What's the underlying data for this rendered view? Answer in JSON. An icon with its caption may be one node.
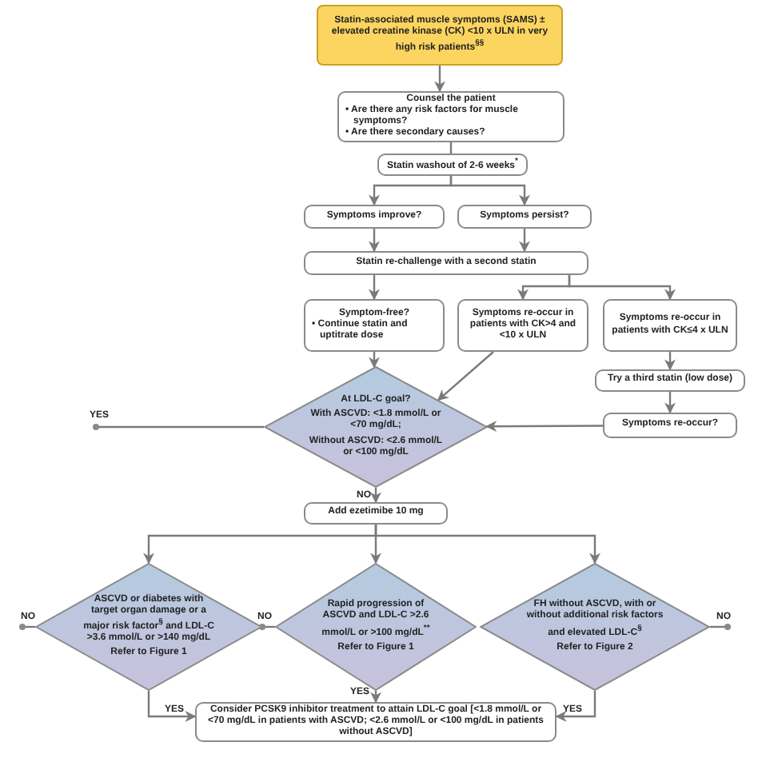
{
  "diagram": {
    "nodes": [
      {
        "text": [
          "Statin-associated muscle symptoms (SAMS) ± elevated creatine kinase (CK) <10 x ULN in very high risk patients$^{§§}$"
        ]
      },
      {
        "text": [
          "Counsel the patient",
          "• Are there any risk factors for muscle symptoms?",
          "• Are there secondary causes?"
        ]
      },
      {
        "text": [
          "Statin washout of 2-6 weeks$^{*}$"
        ]
      },
      {
        "text": [
          "Symptoms improve?"
        ]
      },
      {
        "text": [
          "Symptoms persist?"
        ]
      },
      {
        "text": [
          "Statin re-challenge with a second statin"
        ]
      },
      {
        "text": [
          "Symptom-free?",
          "• Continue statin and uptitrate dose"
        ]
      },
      {
        "text": [
          "Symptoms re-occur in patients with CK>4 and <10 x ULN"
        ]
      },
      {
        "text": [
          "Symptoms re-occur in patients with CK≤4 x ULN"
        ]
      },
      {
        "text": [
          "Try a third statin (low dose)"
        ]
      },
      {
        "text": [
          "Symptoms re-occur?"
        ]
      },
      {
        "text": [
          "At LDL-C goal?",
          "With ASCVD: <1.8 mmol/L or <70 mg/dL;",
          "Without ASCVD: <2.6 mmol/L or <100 mg/dL"
        ]
      },
      {
        "text": [
          "Add ezetimibe 10 mg"
        ]
      },
      {
        "text": [
          "ASCVD or diabetes with target organ damage or a major risk factor$^{§}$ and LDL-C >3.6 mmol/L or >140 mg/dL",
          "Refer to Figure 1"
        ]
      },
      {
        "text": [
          "Rapid progression of ASCVD and LDL-C >2.6 mmol/L or >100 mg/dL$^{**}$",
          "Refer to Figure 1"
        ]
      },
      {
        "text": [
          "FH without ASCVD, with or without additional risk factors and elevated LDL-C$^{§}$",
          "Refer to Figure 2"
        ]
      },
      {
        "text": [
          "Consider PCSK9 inhibitor treatment to attain LDL-C goal [<1.8 mmol/L or <70 mg/dL in patients with ASCVD; <2.6 mmol/L or <100 mg/dL in patients without ASCVD]"
        ]
      }
    ],
    "edges": [
      {
        "from": 0,
        "to": 1,
        "arrow": "to"
      },
      {
        "from": 1,
        "to": 2,
        "arrow": "none"
      },
      {
        "from": 2,
        "to": 3,
        "arrow": "to"
      },
      {
        "from": 2,
        "to": 4,
        "arrow": "to"
      },
      {
        "from": 3,
        "to": 5,
        "arrow": "to"
      },
      {
        "from": 4,
        "to": 5,
        "arrow": "to"
      },
      {
        "from": 5,
        "to": 6,
        "arrow": "to"
      },
      {
        "from": 5,
        "to": 7,
        "arrow": "to"
      },
      {
        "from": 5,
        "to": 8,
        "arrow": "to"
      },
      {
        "from": 6,
        "to": 11,
        "arrow": "to"
      },
      {
        "from": 7,
        "to": 11,
        "arrow": "to"
      },
      {
        "from": 8,
        "to": 9,
        "arrow": "to"
      },
      {
        "from": 9,
        "to": 10,
        "arrow": "to"
      },
      {
        "from": 10,
        "to": 11,
        "arrow": "to"
      },
      {
        "from": 11,
        "to": 12,
        "arrow": "to",
        "label": "NO"
      },
      {
        "from": 12,
        "to": 13,
        "arrow": "to"
      },
      {
        "from": 12,
        "to": 14,
        "arrow": "to"
      },
      {
        "from": 12,
        "to": 15,
        "arrow": "to"
      },
      {
        "from": 13,
        "to": 16,
        "arrow": "to",
        "label": "YES"
      },
      {
        "from": 14,
        "to": 16,
        "arrow": "to",
        "label": "YES"
      },
      {
        "from": 15,
        "to": 16,
        "arrow": "to",
        "label": "YES"
      },
      {
        "from": 11,
        "to": null,
        "arrow": "other",
        "label": "YES"
      },
      {
        "from": 13,
        "to": null,
        "arrow": "other",
        "label": "NO"
      },
      {
        "from": 14,
        "to": null,
        "arrow": "other",
        "label": "NO"
      },
      {
        "from": 15,
        "to": null,
        "arrow": "other",
        "label": "NO"
      }
    ]
  }
}
